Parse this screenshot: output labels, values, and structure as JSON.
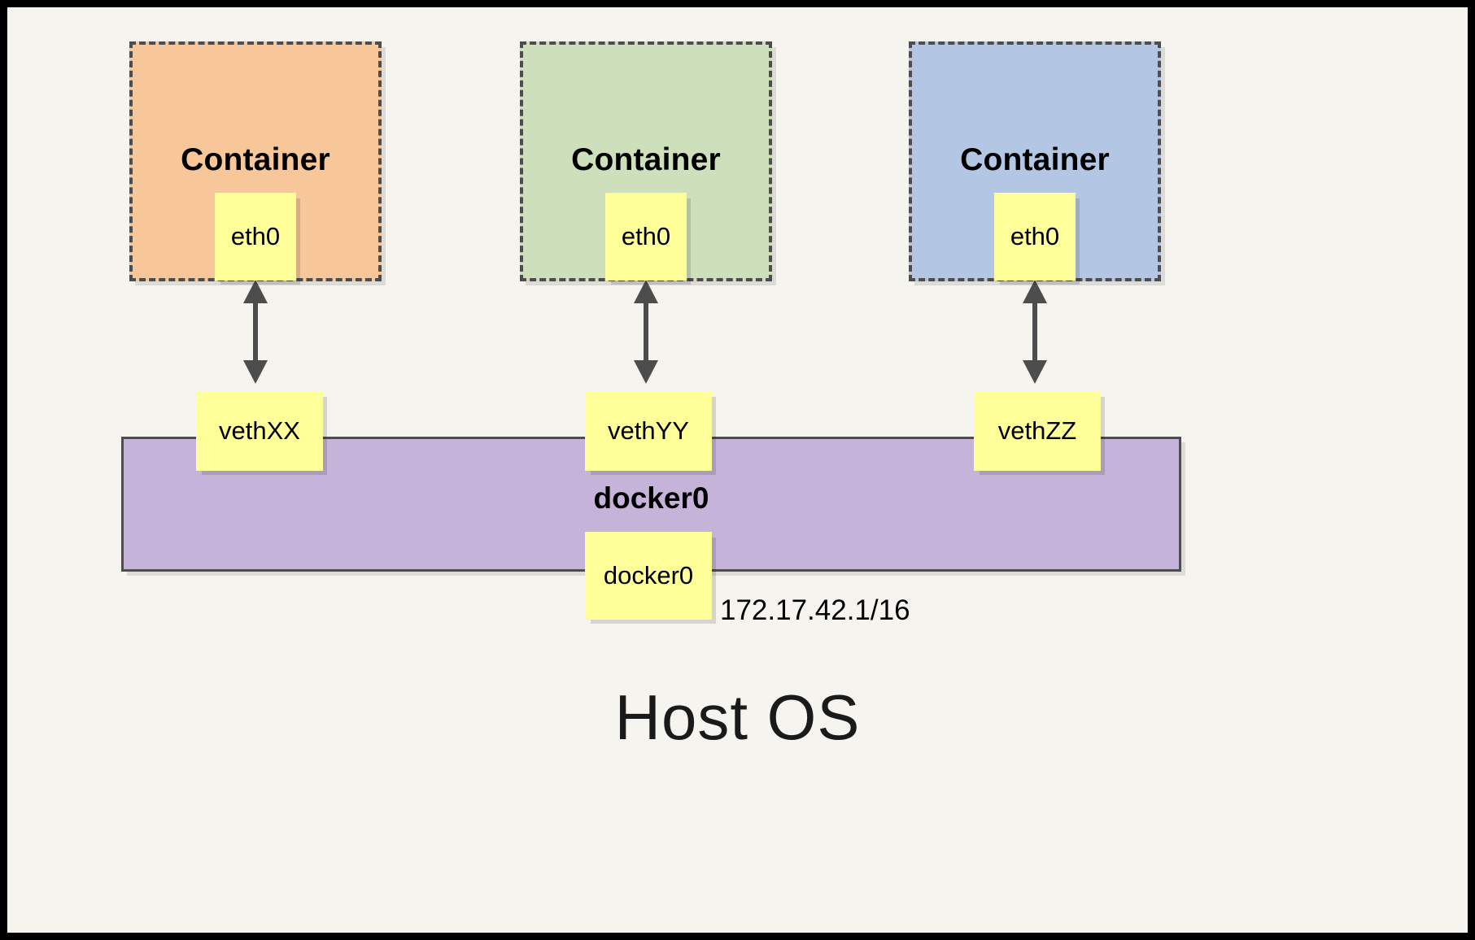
{
  "diagram": {
    "title_bottom": "Host OS",
    "ip_label": "172.17.42.1/16",
    "bridge": {
      "name": "docker0",
      "interface_box_label": "docker0",
      "color": "#c5b3d9",
      "border_color": "#4d4d4d"
    },
    "background_color": "#f5f4ef",
    "frame_color": "#000000",
    "veth_box_color": "#ffff99",
    "arrow_color": "#4d4d4d"
  },
  "containers": [
    {
      "title": "Container",
      "interface": "eth0",
      "veth": "vethXX",
      "color": "#f7c79a",
      "border_style": "dashed"
    },
    {
      "title": "Container",
      "interface": "eth0",
      "veth": "vethYY",
      "color": "#cddfbb",
      "border_style": "dashed"
    },
    {
      "title": "Container",
      "interface": "eth0",
      "veth": "vethZZ",
      "color": "#b3c6e3",
      "border_style": "dashed"
    }
  ]
}
